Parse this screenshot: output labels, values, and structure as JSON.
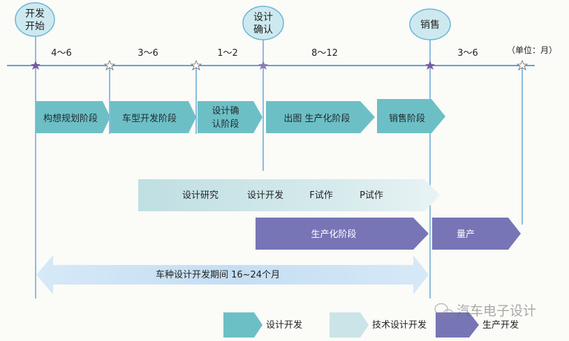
{
  "milestones": {
    "dev_start_line1": "开发",
    "dev_start_line2": "开始",
    "design_confirm_line1": "设计",
    "design_confirm_line2": "确认",
    "sales": "销售"
  },
  "durations": [
    "4～6",
    "3～6",
    "1～2",
    "8～12",
    "3～6"
  ],
  "unit": "（单位：月）",
  "phases": {
    "concept": "构想规划阶段",
    "vehicle": "车型开发阶段",
    "confirm_line1": "设计确",
    "confirm_line2": "认阶段",
    "drawing": "出图  生产化阶段",
    "sales": "销售阶段"
  },
  "tech": {
    "research": "设计研究",
    "development": "设计开发",
    "f_trial": "F试作",
    "p_trial": "P试作"
  },
  "production": {
    "stage": "生产化阶段",
    "mass": "量产"
  },
  "period": "车种设计开发期间     16~24个月",
  "legend": {
    "design_dev": "设计开发",
    "tech_design_dev": "技术设计开发",
    "production_dev": "生产开发"
  },
  "watermark": "汽车电子设计",
  "colors": {
    "teal": "#6dbfc6",
    "pale_teal": "#cbe4e7",
    "purple": "#7775b6",
    "light_blue": "#c9e1f4",
    "axis": "#5aa3d6",
    "star": "#7a5aa0"
  }
}
